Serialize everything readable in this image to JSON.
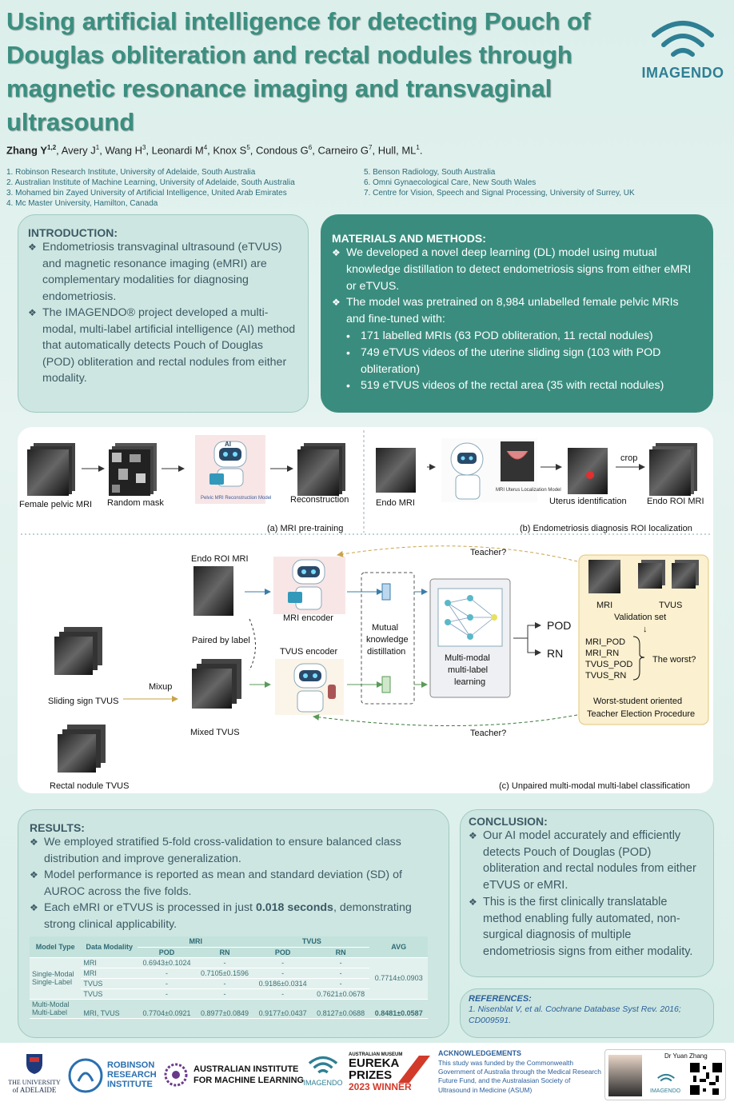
{
  "title": "Using artificial intelligence for detecting Pouch of Douglas obliteration and rectal nodules through magnetic resonance imaging and transvaginal ultrasound",
  "logo": {
    "brand": "IMAGENDO",
    "icon": "wifi-signal-icon",
    "color": "#2e7f94"
  },
  "authors": {
    "lead": "Zhang Y",
    "lead_sup": "1,2",
    "others": [
      {
        "name": "Avery J",
        "sup": "1"
      },
      {
        "name": "Wang H",
        "sup": "3"
      },
      {
        "name": "Leonardi M",
        "sup": "4"
      },
      {
        "name": "Knox S",
        "sup": "5"
      },
      {
        "name": "Condous G",
        "sup": "6"
      },
      {
        "name": "Carneiro G",
        "sup": "7"
      },
      {
        "name": "Hull, ML",
        "sup": "1"
      }
    ]
  },
  "affiliations_left": [
    "1. Robinson Research Institute, University of Adelaide, South Australia",
    "2. Australian Institute of Machine Learning, University of Adelaide, South Australia",
    "3. Mohamed bin Zayed University of Artificial Intelligence, United Arab Emirates",
    "4. Mc Master University, Hamilton, Canada"
  ],
  "affiliations_right": [
    "5. Benson Radiology, South Australia",
    "6. Omni Gynaecological Care, New South Wales",
    "7. Centre for Vision,  Speech and Signal Processing, University of Surrey, UK"
  ],
  "introduction": {
    "heading": "INTRODUCTION:",
    "bullets": [
      "Endometriosis transvaginal ultrasound (eTVUS) and magnetic resonance imaging (eMRI) are complementary modalities for diagnosing endometriosis.",
      "The IMAGENDO® project developed a multi-modal, multi-label artificial intelligence (AI) method that automatically detects Pouch of Douglas (POD) obliteration and rectal nodules from either modality."
    ]
  },
  "methods": {
    "heading": "MATERIALS AND METHODS:",
    "bullet1": "We developed a novel deep learning (DL) model using mutual knowledge distillation to detect endometriosis signs from either eMRI or eTVUS.",
    "bullet2": "The model was pretrained on 8,984 unlabelled female pelvic MRIs and fine-tuned with:",
    "sub": [
      "171 labelled MRIs (63 POD obliteration, 11 rectal nodules)",
      "749 eTVUS videos of the uterine sliding sign (103 with POD obliteration)",
      "519 eTVUS videos of the rectal area (35 with rectal nodules)"
    ]
  },
  "figure": {
    "a": {
      "labels": [
        "Female pelvic MRI",
        "Random mask",
        "Reconstruction"
      ],
      "model_label": "Pelvic MRI Reconstruction Model",
      "caption": "(a) MRI pre-training"
    },
    "b": {
      "labels": [
        "Endo MRI",
        "Uterus identification",
        "Endo ROI MRI"
      ],
      "model_label": "MRI Uterus Localization Model",
      "crop": "crop",
      "caption": "(b) Endometriosis diagnosis ROI localization"
    },
    "c": {
      "endo_roi": "Endo ROI MRI",
      "mri_encoder": "MRI encoder",
      "paired": "Paired by label",
      "tvus_encoder": "TVUS encoder",
      "sliding": "Sliding sign TVUS",
      "mixup": "Mixup",
      "mixed": "Mixed TVUS",
      "rectal": "Rectal nodule TVUS",
      "mutual": [
        "Mutual",
        "knowledge",
        "distillation"
      ],
      "mml": [
        "Multi-modal",
        "multi-label",
        "learning"
      ],
      "pod": "POD",
      "rn": "RN",
      "teacher": "Teacher?",
      "mri": "MRI",
      "tvus": "TVUS",
      "validation": "Validation set",
      "candidates": [
        "MRI_POD",
        "MRI_RN",
        "TVUS_POD",
        "TVUS_RN"
      ],
      "worst": "The worst?",
      "procedure": [
        "Worst-student oriented",
        "Teacher Election Procedure"
      ],
      "caption": "(c) Unpaired multi-modal multi-label classification",
      "ai": "AI"
    }
  },
  "results": {
    "heading": "RESULTS:",
    "bullet1": "We employed stratified 5-fold cross-validation to ensure balanced class distribution and improve generalization.",
    "bullet2": "Model performance is reported as mean and standard deviation (SD) of AUROC across the five folds.",
    "bullet3_pre": "Each eMRI or eTVUS is processed in just ",
    "bullet3_bold": "0.018 seconds",
    "bullet3_post": ", demonstrating strong clinical applicability.",
    "table": {
      "h_model": "Model Type",
      "h_data": "Data Modality",
      "h_mri": "MRI",
      "h_tvus": "TVUS",
      "h_avg": "AVG",
      "h_pod": "POD",
      "h_rn": "RN",
      "single": [
        "Single-Modal",
        "Single-Label"
      ],
      "multi": [
        "Multi-Modal",
        "Multi-Label"
      ],
      "rows": [
        {
          "mod": "MRI",
          "c": [
            "0.6943±0.1024",
            "-",
            "-",
            "-"
          ]
        },
        {
          "mod": "MRI",
          "c": [
            "-",
            "0.7105±0.1596",
            "-",
            "-"
          ]
        },
        {
          "mod": "TVUS",
          "c": [
            "-",
            "-",
            "0.9186±0.0314",
            "-"
          ]
        },
        {
          "mod": "TVUS",
          "c": [
            "-",
            "-",
            "-",
            "0.7621±0.0678"
          ]
        }
      ],
      "single_avg": "0.7714±0.0903",
      "multi_row": {
        "mod": "MRI, TVUS",
        "c": [
          "0.7704±0.0921",
          "0.8977±0.0849",
          "0.9177±0.0437",
          "0.8127±0.0688"
        ],
        "avg": "0.8481±0.0587"
      }
    }
  },
  "conclusion": {
    "heading": "CONCLUSION:",
    "bullets": [
      "Our AI model accurately and efficiently detects Pouch of Douglas (POD) obliteration and rectal nodules from either eTVUS or eMRI.",
      "This is the first clinically translatable method enabling fully automated, non-surgical diagnosis of multiple endometriosis signs from either modality."
    ]
  },
  "references": {
    "heading": "REFERENCES:",
    "text": "1. Nisenblat V, et al. Cochrane Database Syst Rev. 2016; CD009591."
  },
  "footer": {
    "adelaide": [
      "THE UNIVERSITY",
      "of ADELAIDE"
    ],
    "robinson": [
      "ROBINSON",
      "RESEARCH",
      "INSTITUTE"
    ],
    "aiml": [
      "AUSTRALIAN INSTITUTE",
      "FOR MACHINE LEARNING"
    ],
    "imagendo": "IMAGENDO",
    "eureka": [
      "AUSTRALIAN MUSEUM",
      "EUREKA",
      "PRIZES",
      "2023 WINNER"
    ],
    "ack_head": "ACKNOWLEDGEMENTS",
    "ack": "This study was funded by the Commonwealth Government of Australia through the Medical Research Future Fund, and the Australasian Society of Ultrasound in Medicine (ASUM)",
    "person": "Dr Yuan Zhang",
    "qr_brand": "IMAGENDO"
  }
}
